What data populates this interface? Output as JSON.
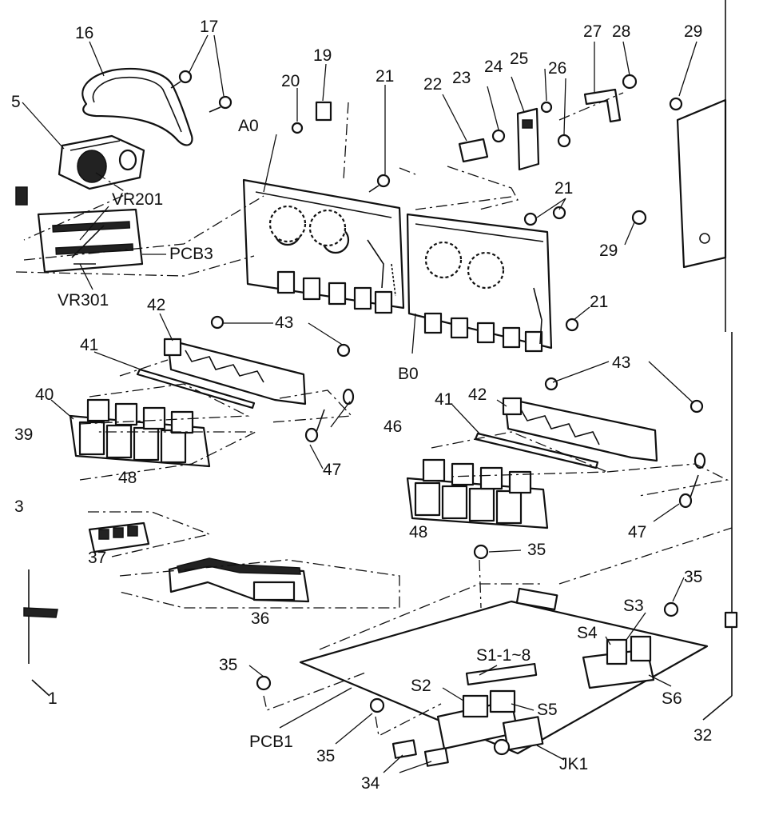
{
  "diagram": {
    "labels": {
      "p16": "16",
      "p17": "17",
      "p19": "19",
      "p20": "20",
      "p21a": "21",
      "p22": "22",
      "p23": "23",
      "p24": "24",
      "p25": "25",
      "p26": "26",
      "p27": "27",
      "p28": "28",
      "p29a": "29",
      "p29b": "29",
      "pA0": "A0",
      "p5": "5",
      "vr201": "VR201",
      "pcb3": "PCB3",
      "vr301": "VR301",
      "p21b": "21",
      "p21c": "21",
      "p42a": "42",
      "p43a": "43",
      "p41a": "41",
      "p40": "40",
      "p39": "39",
      "p48a": "48",
      "p46": "46",
      "p47a": "47",
      "pB0": "B0",
      "p42b": "42",
      "p43b": "43",
      "p41b": "41",
      "p48b": "48",
      "p47b": "47",
      "p3": "3",
      "p37": "37",
      "p36": "36",
      "p35a": "35",
      "p35b": "35",
      "p35c": "35",
      "p35d": "35",
      "s3": "S3",
      "s4": "S4",
      "s1": "S1-1~8",
      "s2": "S2",
      "s5": "S5",
      "s6": "S6",
      "pcb1": "PCB1",
      "p34": "34",
      "jk1": "JK1",
      "p32": "32",
      "p1": "1"
    }
  }
}
